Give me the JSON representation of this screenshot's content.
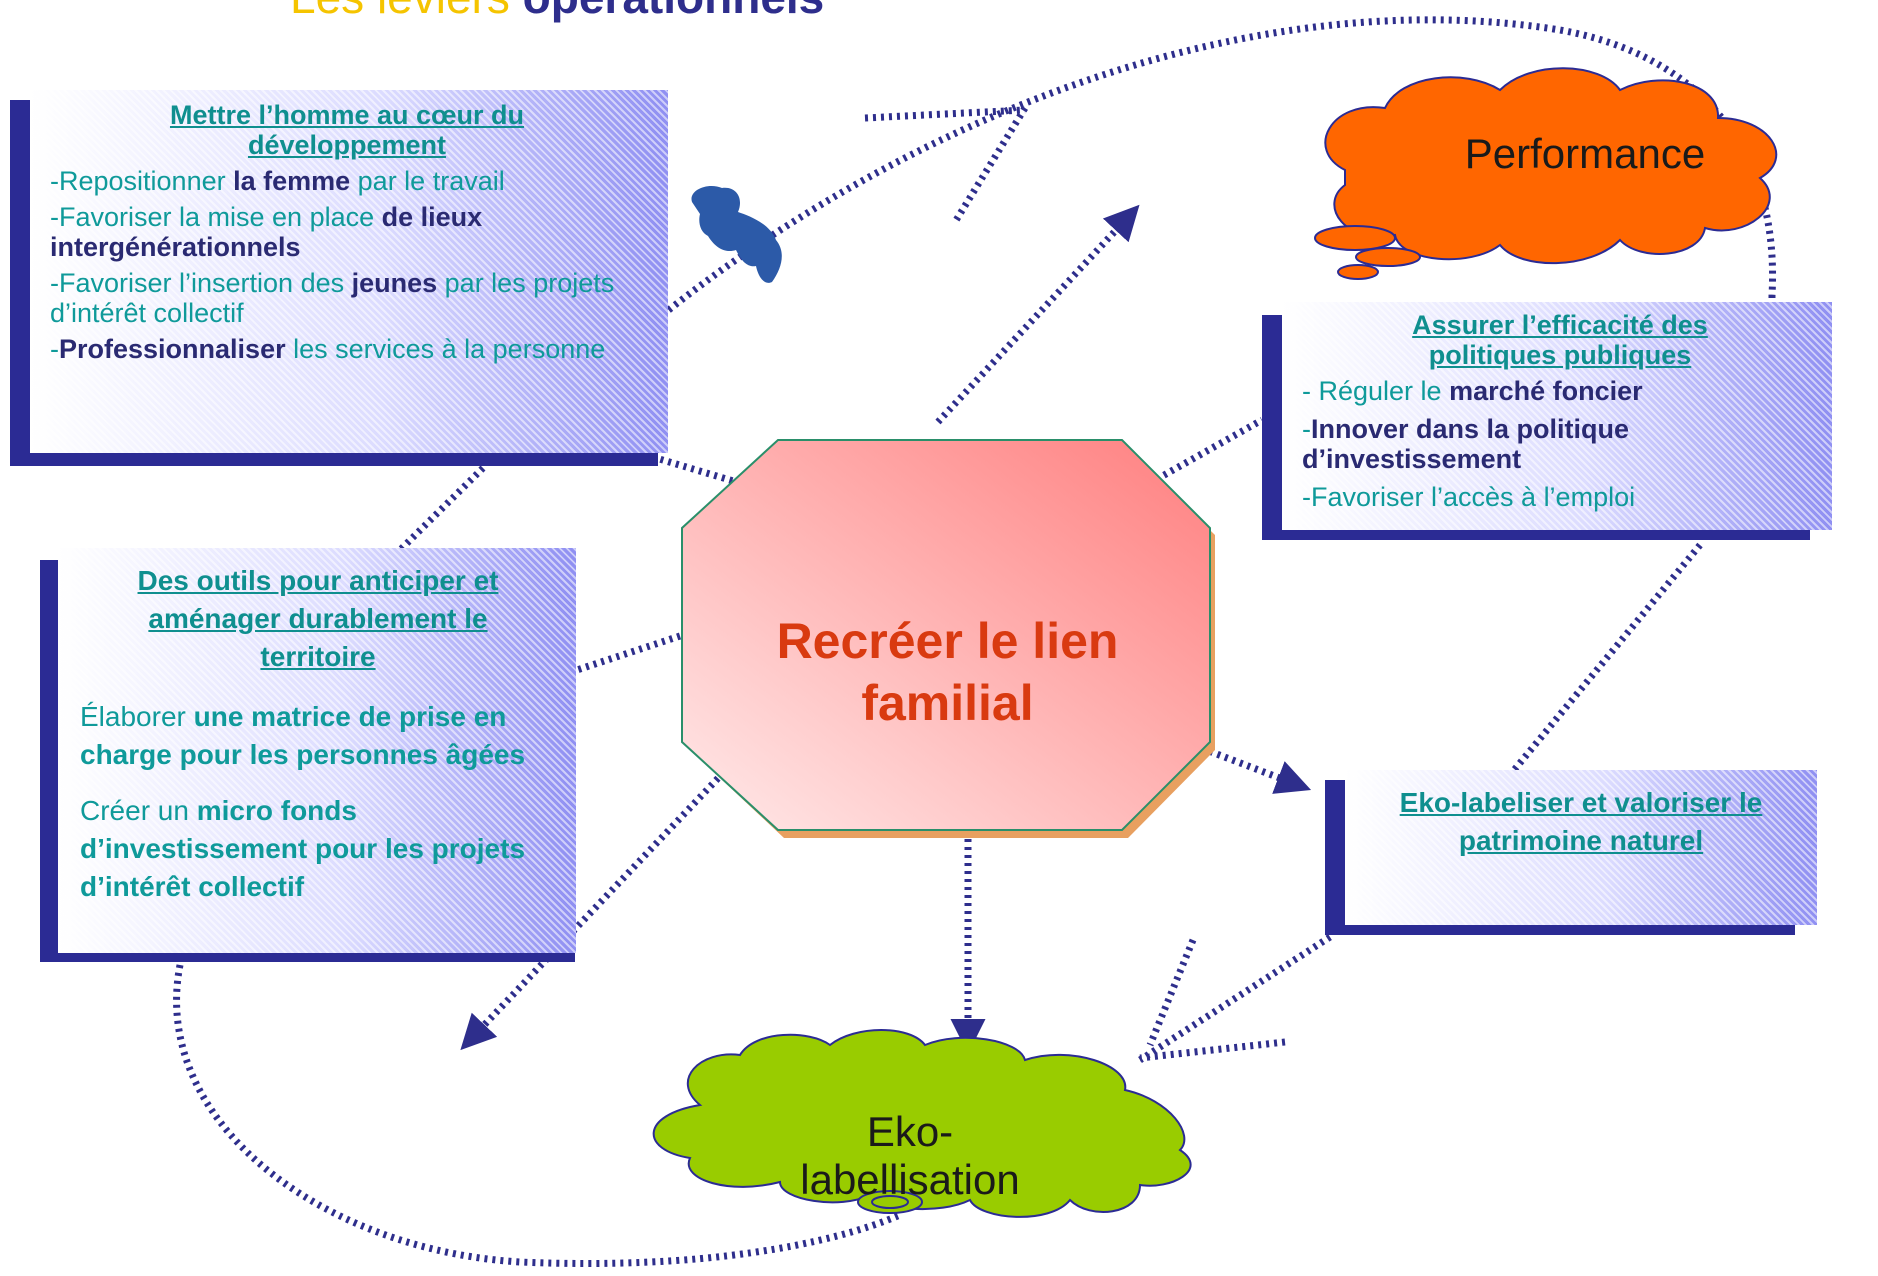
{
  "title": {
    "part1": "Les leviers",
    "part2": "opérationnels"
  },
  "center": {
    "line1": "Recréer le lien",
    "line2": "familial"
  },
  "box1": {
    "title_line1": "Mettre l’homme au cœur du",
    "title_line2": "développement",
    "items": [
      {
        "pre": "-Repositionner ",
        "bold": "la femme",
        "post": " par le travail"
      },
      {
        "pre": "-Favoriser la mise en place ",
        "bold": "de lieux intergénérationnels",
        "post": ""
      },
      {
        "pre": "-Favoriser l’insertion des ",
        "bold": "jeunes",
        "post": " par les projets d’intérêt collectif"
      },
      {
        "pre": "-",
        "bold": "Professionnaliser",
        "post": " les services à la personne"
      }
    ]
  },
  "box2": {
    "title_line1": "Des outils pour anticiper et",
    "title_line2": "aménager durablement le",
    "title_line3": "territoire",
    "items": [
      {
        "pre": "Élaborer ",
        "bold": "une matrice de prise en charge pour les personnes âgées",
        "post": ""
      },
      {
        "pre": "Créer un ",
        "bold": "micro fonds d’investissement pour les projets d’intérêt collectif",
        "post": ""
      }
    ]
  },
  "box3": {
    "title_line1": "Assurer l’efficacité des",
    "title_line2": "politiques publiques",
    "items": [
      {
        "pre": "- Réguler le ",
        "bold": "marché foncier",
        "post": ""
      },
      {
        "pre": "-",
        "bold": "Innover dans la politique d’investissement",
        "post": ""
      },
      {
        "pre": "-Favoriser l’accès à l’emploi",
        "bold": "",
        "post": ""
      }
    ]
  },
  "box4": {
    "title_line1": "Eko-labeliser et valoriser le",
    "title_line2": "patrimoine naturel"
  },
  "cloud_performance": {
    "label": "Performance"
  },
  "cloud_eko": {
    "line1": "Eko-",
    "line2": "labellisation"
  },
  "colors": {
    "arrow": "#2e2e8c",
    "box_shadow": "#2b2b94",
    "title_teal": "#0f8f8f",
    "performance_cloud": "#ff6600",
    "eko_cloud": "#99cc00",
    "center_text": "#d93a10",
    "island": "#2c5aa8"
  }
}
